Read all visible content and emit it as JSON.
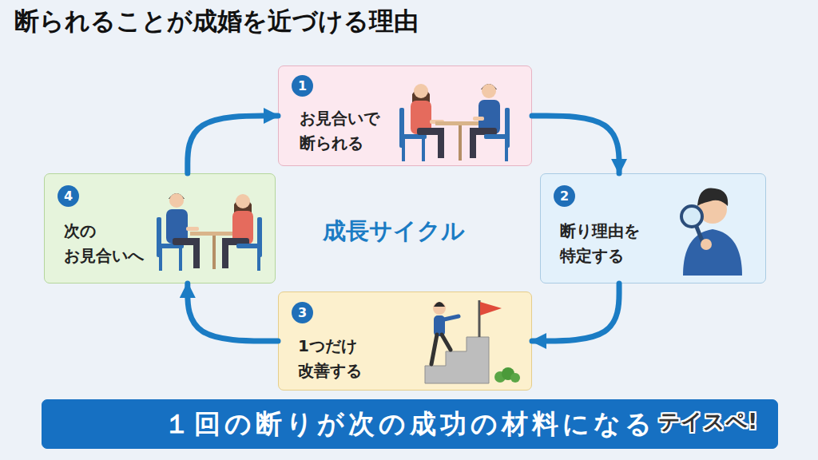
{
  "diagram": {
    "title": "断られることが成婚を近づける理由",
    "nodes": [
      {
        "text": [
          "お見合いで 断られる"
        ]
      },
      {
        "text": [
          "1"
        ],
        "in": 0
      },
      {
        "text": [
          "断り理由を 特定する"
        ]
      },
      {
        "text": [
          "2"
        ],
        "in": 2
      },
      {
        "text": [
          "1つだけ 改善する"
        ]
      },
      {
        "text": [
          "3"
        ],
        "in": 4
      },
      {
        "text": [
          "次の お見合いへ"
        ]
      },
      {
        "text": [
          "4"
        ],
        "in": 6
      },
      {
        "text": [
          "１回の断りが次の成功の材料になる"
        ]
      }
    ],
    "edges": [
      {
        "from": 0,
        "to": 2,
        "arrow": "to"
      },
      {
        "from": 2,
        "to": 4,
        "arrow": "to"
      },
      {
        "from": 4,
        "to": 6,
        "arrow": "to"
      },
      {
        "from": 6,
        "to": 0,
        "arrow": "to"
      }
    ],
    "labels": [
      "成長サイクル",
      "テイスペ!"
    ]
  }
}
